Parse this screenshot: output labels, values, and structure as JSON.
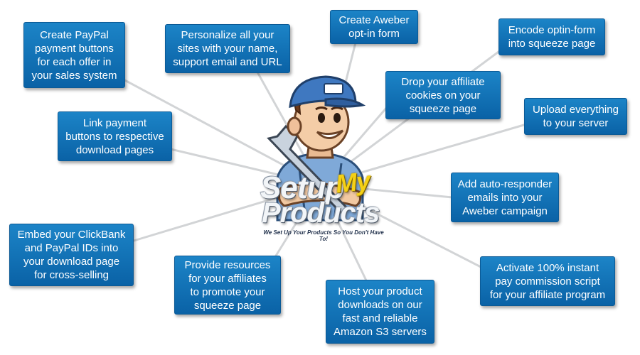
{
  "logo": {
    "word_setup": "Setup",
    "word_my": "My",
    "word_products": "Products",
    "tagline": "We Set Up Your Products So You Don't Have To!"
  },
  "tasks": [
    {
      "id": "paypal-buttons",
      "text": "Create PayPal\npayment buttons\nfor each offer in\nyour sales system"
    },
    {
      "id": "personalize",
      "text": "Personalize all your\nsites with your name,\nsupport email and URL"
    },
    {
      "id": "aweber-form",
      "text": "Create Aweber\nopt-in form"
    },
    {
      "id": "encode-optin",
      "text": "Encode optin-form\ninto squeeze page"
    },
    {
      "id": "affiliate-cookies",
      "text": "Drop your affiliate\ncookies on your\nsqueeze page"
    },
    {
      "id": "upload",
      "text": "Upload everything\nto your server"
    },
    {
      "id": "link-buttons",
      "text": "Link payment\nbuttons to respective\ndownload pages"
    },
    {
      "id": "autoresponder",
      "text": "Add auto-responder\nemails into your\nAweber campaign"
    },
    {
      "id": "embed-ids",
      "text": "Embed your ClickBank\nand PayPal IDs into\nyour download page\nfor cross-selling"
    },
    {
      "id": "affiliate-resources",
      "text": "Provide resources\nfor your affiliates\nto promote your\nsqueeze page"
    },
    {
      "id": "host-downloads",
      "text": "Host your product\ndownloads on our\nfast and reliable\nAmazon S3 servers"
    },
    {
      "id": "commission-script",
      "text": "Activate 100% instant\npay commission script\nfor your affiliate program"
    }
  ]
}
